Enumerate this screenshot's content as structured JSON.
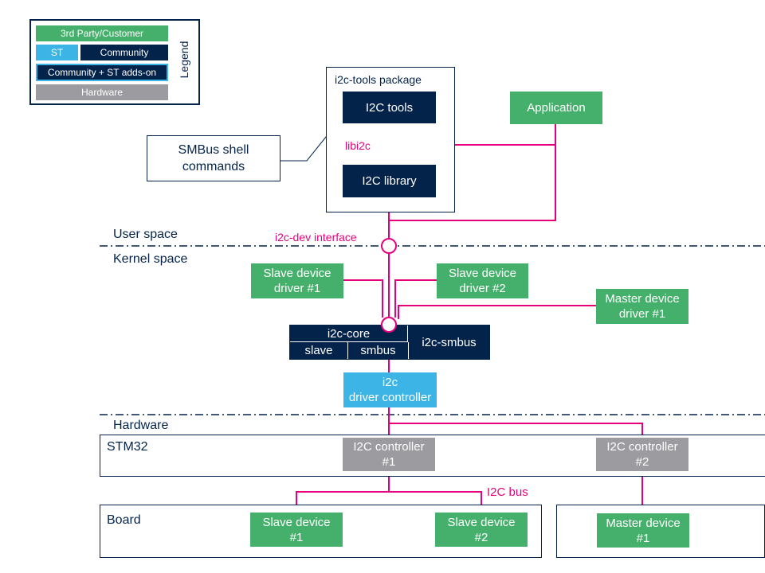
{
  "legend": {
    "title": "Legend",
    "third_party": "3rd Party/Customer",
    "st": "ST",
    "community": "Community",
    "community_st": "Community + ST adds-on",
    "hardware": "Hardware"
  },
  "package": {
    "title": "i2c-tools package",
    "tools": "I2C tools",
    "library": "I2C library",
    "libi2c": "libi2c"
  },
  "smbus_shell": [
    "SMBus shell",
    "commands"
  ],
  "application": "Application",
  "zones": {
    "user_space": "User space",
    "kernel_space": "Kernel space",
    "hardware": "Hardware"
  },
  "i2c_dev_interface": "i2c-dev interface",
  "slave_driver_1": [
    "Slave device",
    "driver #1"
  ],
  "slave_driver_2": [
    "Slave device",
    "driver #2"
  ],
  "master_driver_1": [
    "Master device",
    "driver #1"
  ],
  "core": {
    "core": "i2c-core",
    "slave": "slave",
    "smbus": "smbus",
    "i2c_smbus": "i2c-smbus"
  },
  "driver_controller": [
    "i2c",
    "driver controller"
  ],
  "stm32": "STM32",
  "controller_1": [
    "I2C controller",
    "#1"
  ],
  "controller_2": [
    "I2C controller",
    "#2"
  ],
  "i2c_bus": "I2C bus",
  "board": "Board",
  "slave_device_1": [
    "Slave device",
    "#1"
  ],
  "slave_device_2": [
    "Slave device",
    "#2"
  ],
  "master_device_1": [
    "Master device",
    "#1"
  ],
  "colors": {
    "third_party": "#45b06b",
    "st": "#3cb4e6",
    "community": "#03234b",
    "hardware": "#9c9ba0",
    "connector": "#e6007e"
  }
}
